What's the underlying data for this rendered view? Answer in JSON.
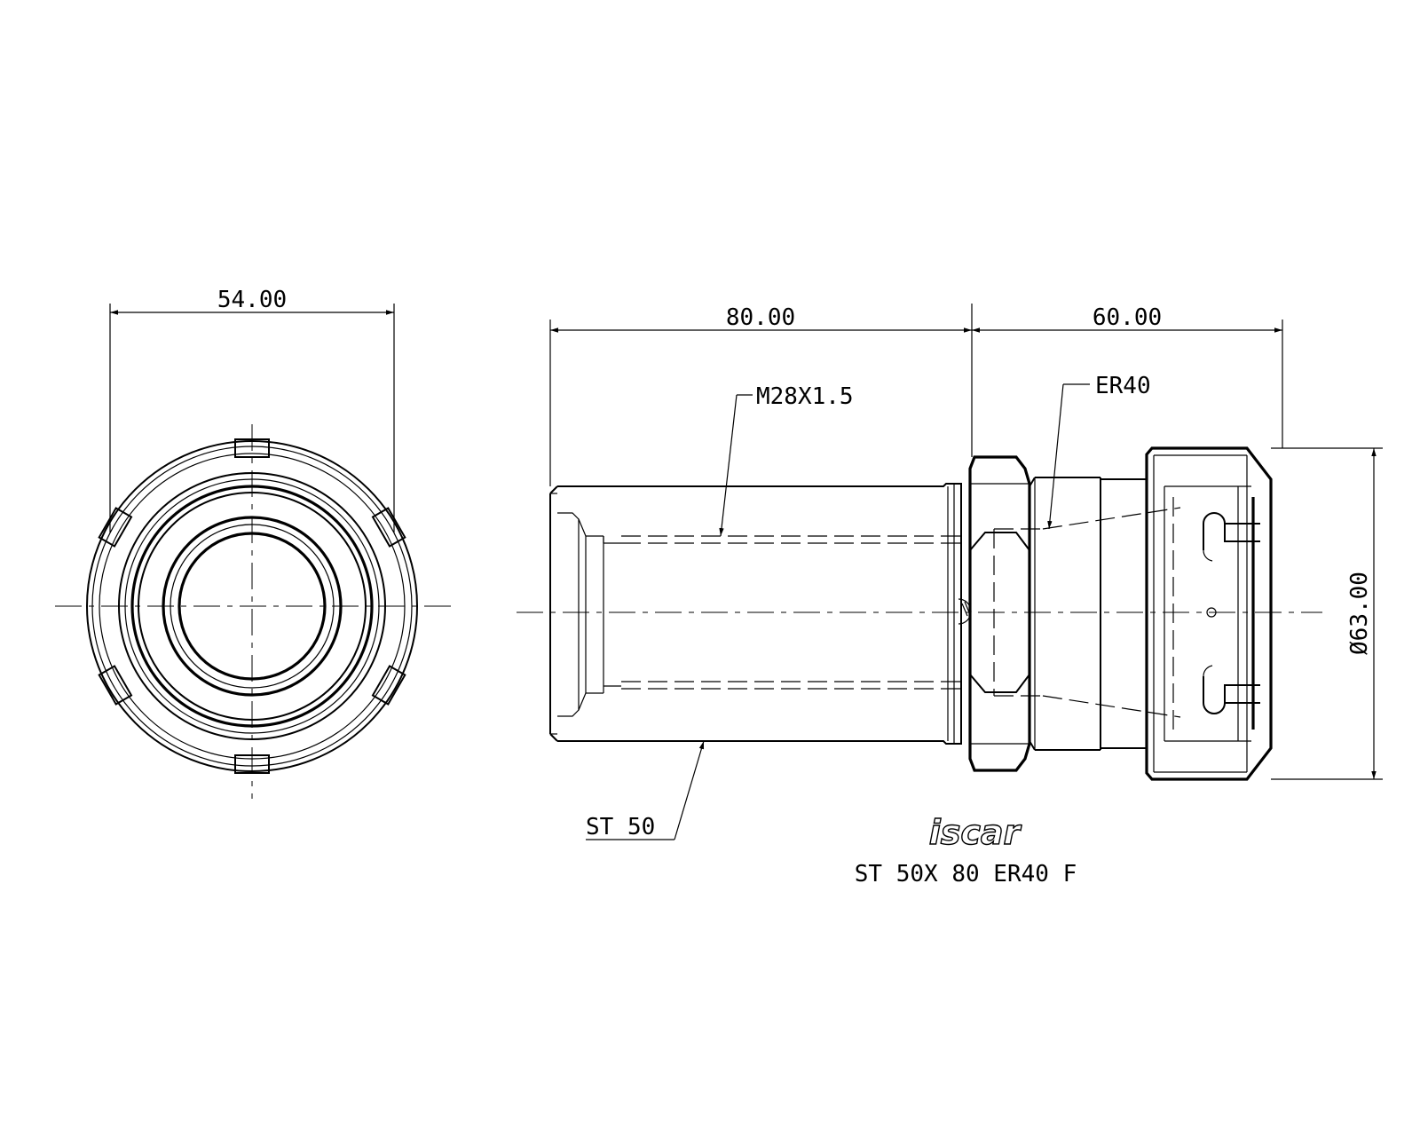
{
  "dimensions": {
    "front_width": "54.00",
    "body_length": "80.00",
    "head_length": "60.00",
    "diameter": "Ø63.00"
  },
  "callouts": {
    "thread": "M28X1.5",
    "collet": "ER40",
    "shank": "ST 50"
  },
  "title_block": {
    "part_number": "ST 50X 80 ER40 F",
    "logo_text": "iscar"
  }
}
